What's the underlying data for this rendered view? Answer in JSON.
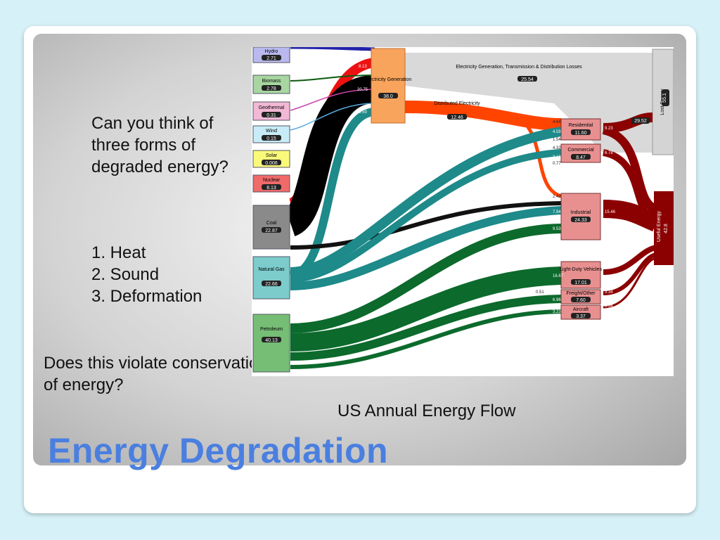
{
  "slide": {
    "title": "Energy Degradation",
    "question": "Can you think of three forms of degraded energy?",
    "answers": [
      "1. Heat",
      "2. Sound",
      "3. Deformation"
    ],
    "violate_question": "Does this violate conservation of energy?",
    "caption": "US Annual Energy Flow"
  },
  "diagram": {
    "sources": [
      {
        "name": "Hydro",
        "value": "2.71",
        "color": "#b9b9f0"
      },
      {
        "name": "Biomass",
        "value": "2.78",
        "color": "#a8d6a0"
      },
      {
        "name": "Geothermal",
        "value": "0.31",
        "color": "#f2b8d6"
      },
      {
        "name": "Wind",
        "value": "0.15",
        "color": "#c8ecf7"
      },
      {
        "name": "Solar",
        "value": "0.006",
        "color": "#fafa7a"
      },
      {
        "name": "Nuclear",
        "value": "8.13",
        "color": "#f06a6a"
      },
      {
        "name": "Coal",
        "value": "22.87",
        "color": "#8a8a8a"
      },
      {
        "name": "Natural Gas",
        "value": "22.66",
        "color": "#7ccccc"
      },
      {
        "name": "Petroleum",
        "value": "40.13",
        "color": "#76bd76"
      }
    ],
    "electricity": {
      "name": "Electricity Generation",
      "value": "38.0",
      "color": "#f9a45c"
    },
    "losses": {
      "name": "Electricity Generation, Transmission & Distribution Losses",
      "value": "25.54"
    },
    "distributed": {
      "name": "Distributed Electricity",
      "value": "12.46"
    },
    "sectors": [
      {
        "name": "Residential",
        "value": "11.60"
      },
      {
        "name": "Commercial",
        "value": "8.47"
      },
      {
        "name": "Industrial",
        "value": "24.33"
      },
      {
        "name": "Light-Duty Vehicles",
        "value": "17.01"
      },
      {
        "name": "Freight/Other",
        "value": "7.60"
      },
      {
        "name": "Aircraft",
        "value": "3.37"
      }
    ],
    "lost": {
      "name": "Lost Energy",
      "value": "55.1",
      "flow": "29.52"
    },
    "useful": {
      "name": "Useful Energy",
      "value": "42.8"
    },
    "flow_labels": [
      "8.13",
      "20.75",
      "5.59",
      "4.64",
      "4.59",
      "1.54",
      "4.32",
      "3.19",
      "0.77",
      "2.42",
      "7.94",
      "9.53",
      "16.67",
      "6.96",
      "3.23",
      "0.51",
      "9.23",
      "6.78",
      "15.46",
      "3.4",
      "3.34",
      "0.54"
    ]
  }
}
